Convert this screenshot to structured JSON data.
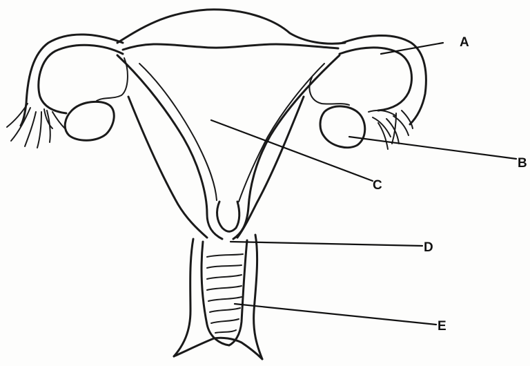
{
  "labels": {
    "a": "A",
    "b": "B",
    "c": "C",
    "d": "D",
    "e": "E"
  },
  "colors": {
    "stroke": "#1a1a1a",
    "background": "#fdfdfc"
  }
}
